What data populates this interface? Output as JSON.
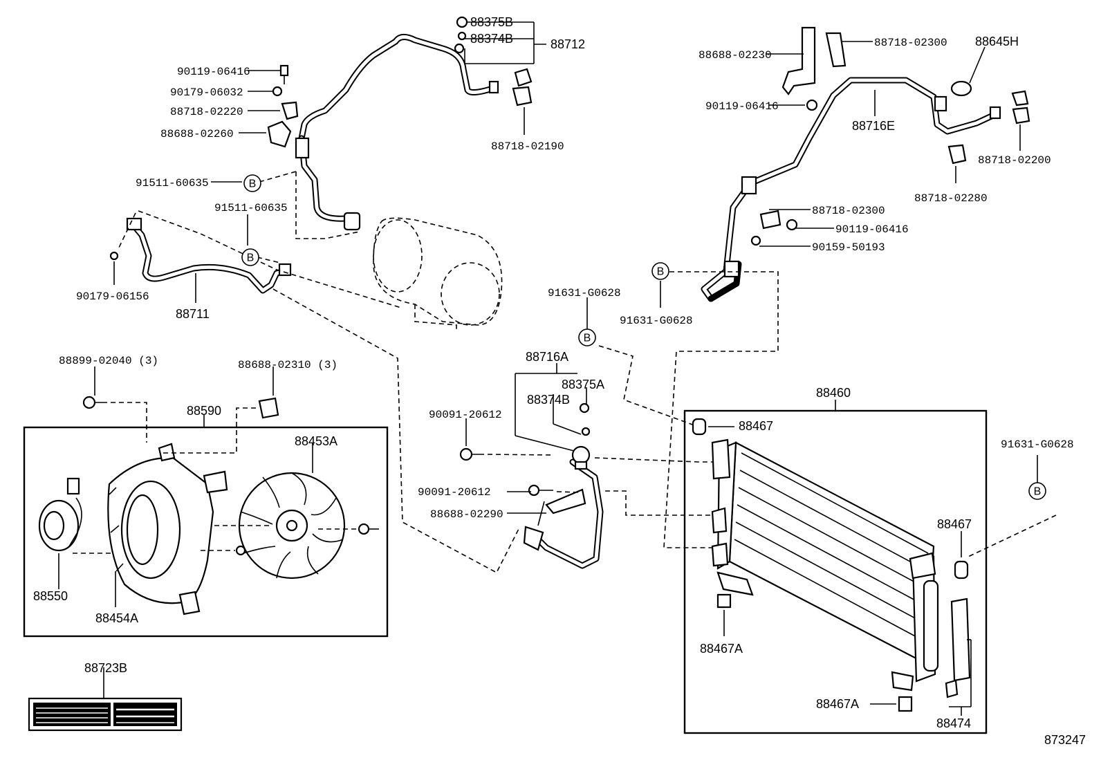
{
  "callouts": {
    "c88375B_top": "88375B",
    "c88374B_top": "88374B",
    "c88712": "88712",
    "c90119_06416_a": "90119-06416",
    "c90179_06032": "90179-06032",
    "c88718_02220": "88718-02220",
    "c88688_02260": "88688-02260",
    "c88718_02190": "88718-02190",
    "c91511_60635_a": "91511-60635",
    "c91511_60635_b": "91511-60635",
    "c90179_06156": "90179-06156",
    "c88711": "88711",
    "c88688_02230": "88688-02230",
    "c88718_02300_a": "88718-02300",
    "c88645H": "88645H",
    "c90119_06416_b": "90119-06416",
    "c88716E": "88716E",
    "c88718_02200": "88718-02200",
    "c88718_02280": "88718-02280",
    "c88718_02300_b": "88718-02300",
    "c90119_06416_c": "90119-06416",
    "c90159_50193": "90159-50193",
    "c91631_G0628_a": "91631-G0628",
    "c91631_G0628_b": "91631-G0628",
    "c91631_G0628_c": "91631-G0628",
    "c88716A": "88716A",
    "c88375A": "88375A",
    "c88374B_mid": "88374B",
    "c90091_20612_a": "90091-20612",
    "c90091_20612_b": "90091-20612",
    "c88688_02290": "88688-02290",
    "c88899_02040": "88899-02040 (3)",
    "c88688_02310": "88688-02310 (3)",
    "c88590": "88590",
    "c88453A": "88453A",
    "c88550": "88550",
    "c88454A": "88454A",
    "c88723B": "88723B",
    "c88460": "88460",
    "c88467_a": "88467",
    "c88467_b": "88467",
    "c88467A_a": "88467A",
    "c88467A_b": "88467A",
    "c88474": "88474"
  },
  "marker_letter": "B",
  "figure_number": "873247"
}
